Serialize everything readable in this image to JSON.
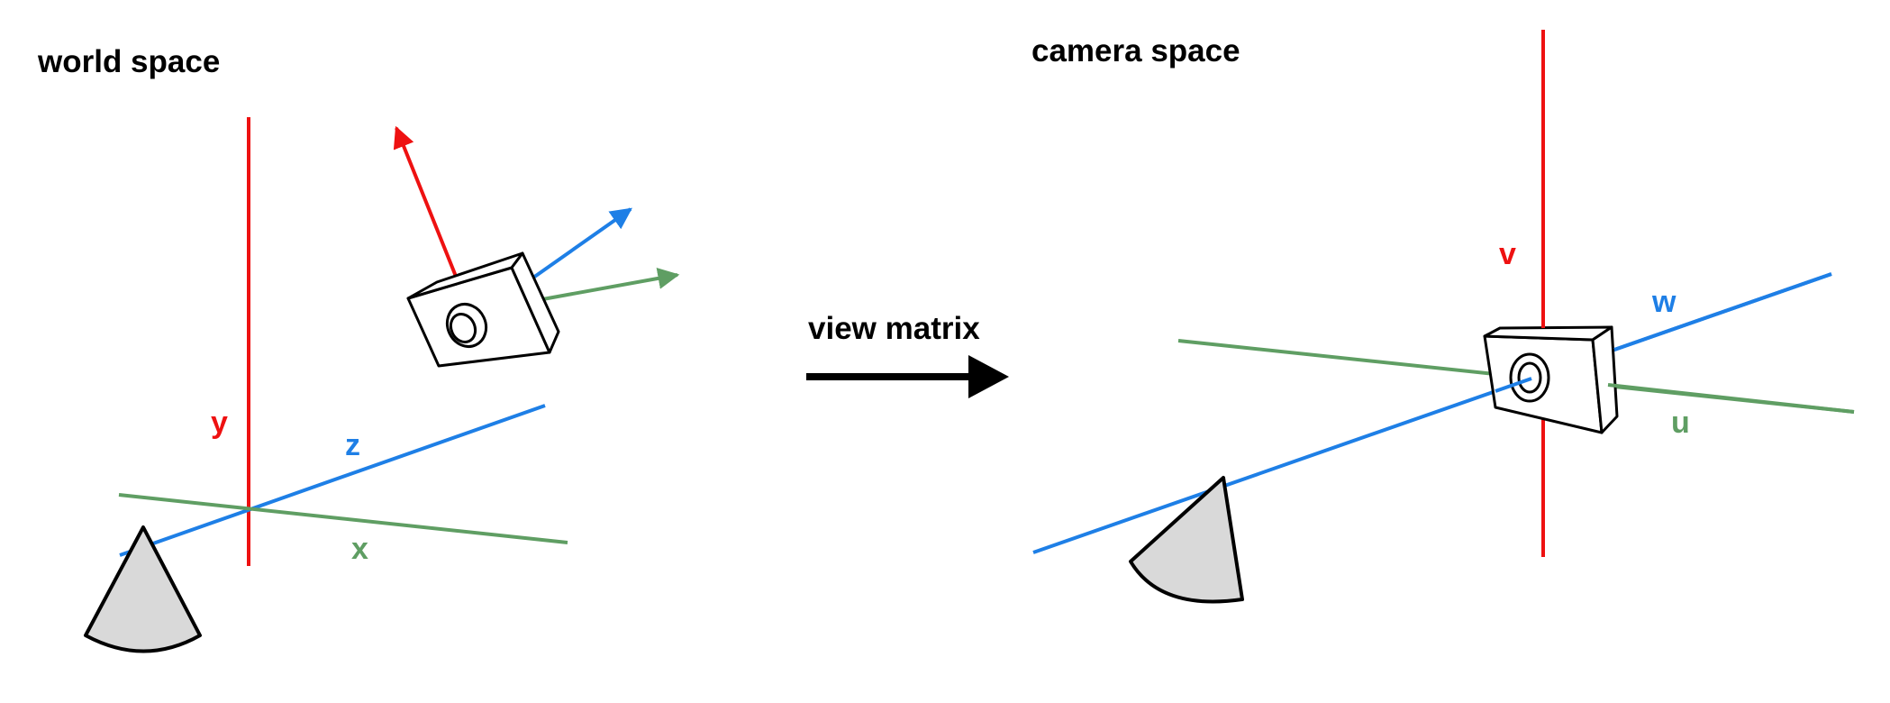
{
  "world_panel": {
    "title": "world space",
    "axes": {
      "y": {
        "label": "y",
        "color": "#ee1111"
      },
      "z": {
        "label": "z",
        "color": "#1e7fe6"
      },
      "x": {
        "label": "x",
        "color": "#5f9e63"
      }
    }
  },
  "transform": {
    "label": "view matrix",
    "arrow_color": "#000000"
  },
  "camera_panel": {
    "title": "camera space",
    "axes": {
      "v": {
        "label": "v",
        "color": "#ee1111"
      },
      "w": {
        "label": "w",
        "color": "#1e7fe6"
      },
      "u": {
        "label": "u",
        "color": "#5f9e63"
      }
    }
  },
  "colors": {
    "red": "#ee1111",
    "blue": "#1e7fe6",
    "green": "#5f9e63",
    "cone_fill": "#d9d9d9",
    "outline": "#000000"
  },
  "icons": {
    "camera": "camera-icon",
    "viewer_cone": "cone-icon",
    "transform_arrow": "arrow-right-icon"
  }
}
